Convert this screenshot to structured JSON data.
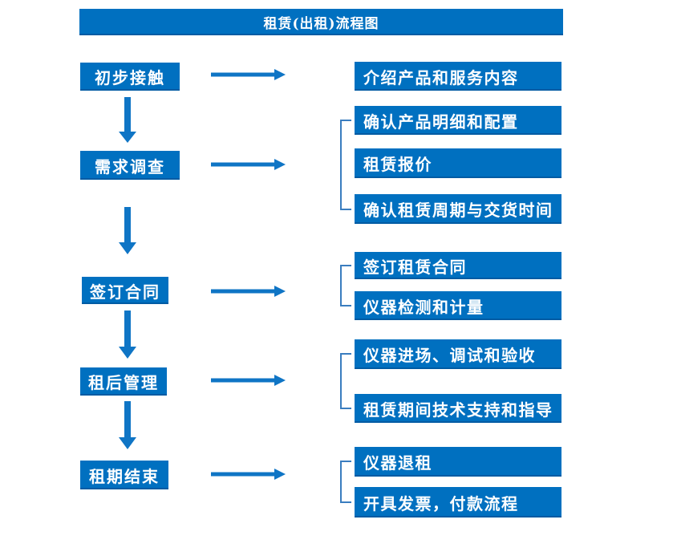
{
  "title": "租赁(出租)流程图",
  "colors": {
    "primary_blue": "#0070C0",
    "arrow_blue": "#0F75C5",
    "bracket_blue": "#3A7DBF",
    "text_white": "#FFFFFF",
    "background": "#FFFFFF"
  },
  "flow": {
    "steps": [
      {
        "label": "初步接触",
        "details": [
          "介绍产品和服务内容"
        ]
      },
      {
        "label": "需求调查",
        "details": [
          "确认产品明细和配置",
          "租赁报价",
          "确认租赁周期与交货时间"
        ]
      },
      {
        "label": "签订合同",
        "details": [
          "签订租赁合同",
          "仪器检测和计量"
        ]
      },
      {
        "label": "租后管理",
        "details": [
          "仪器进场、调试和验收",
          "租赁期间技术支持和指导"
        ]
      },
      {
        "label": "租期结束",
        "details": [
          "仪器退租",
          "开具发票，付款流程"
        ]
      }
    ]
  }
}
